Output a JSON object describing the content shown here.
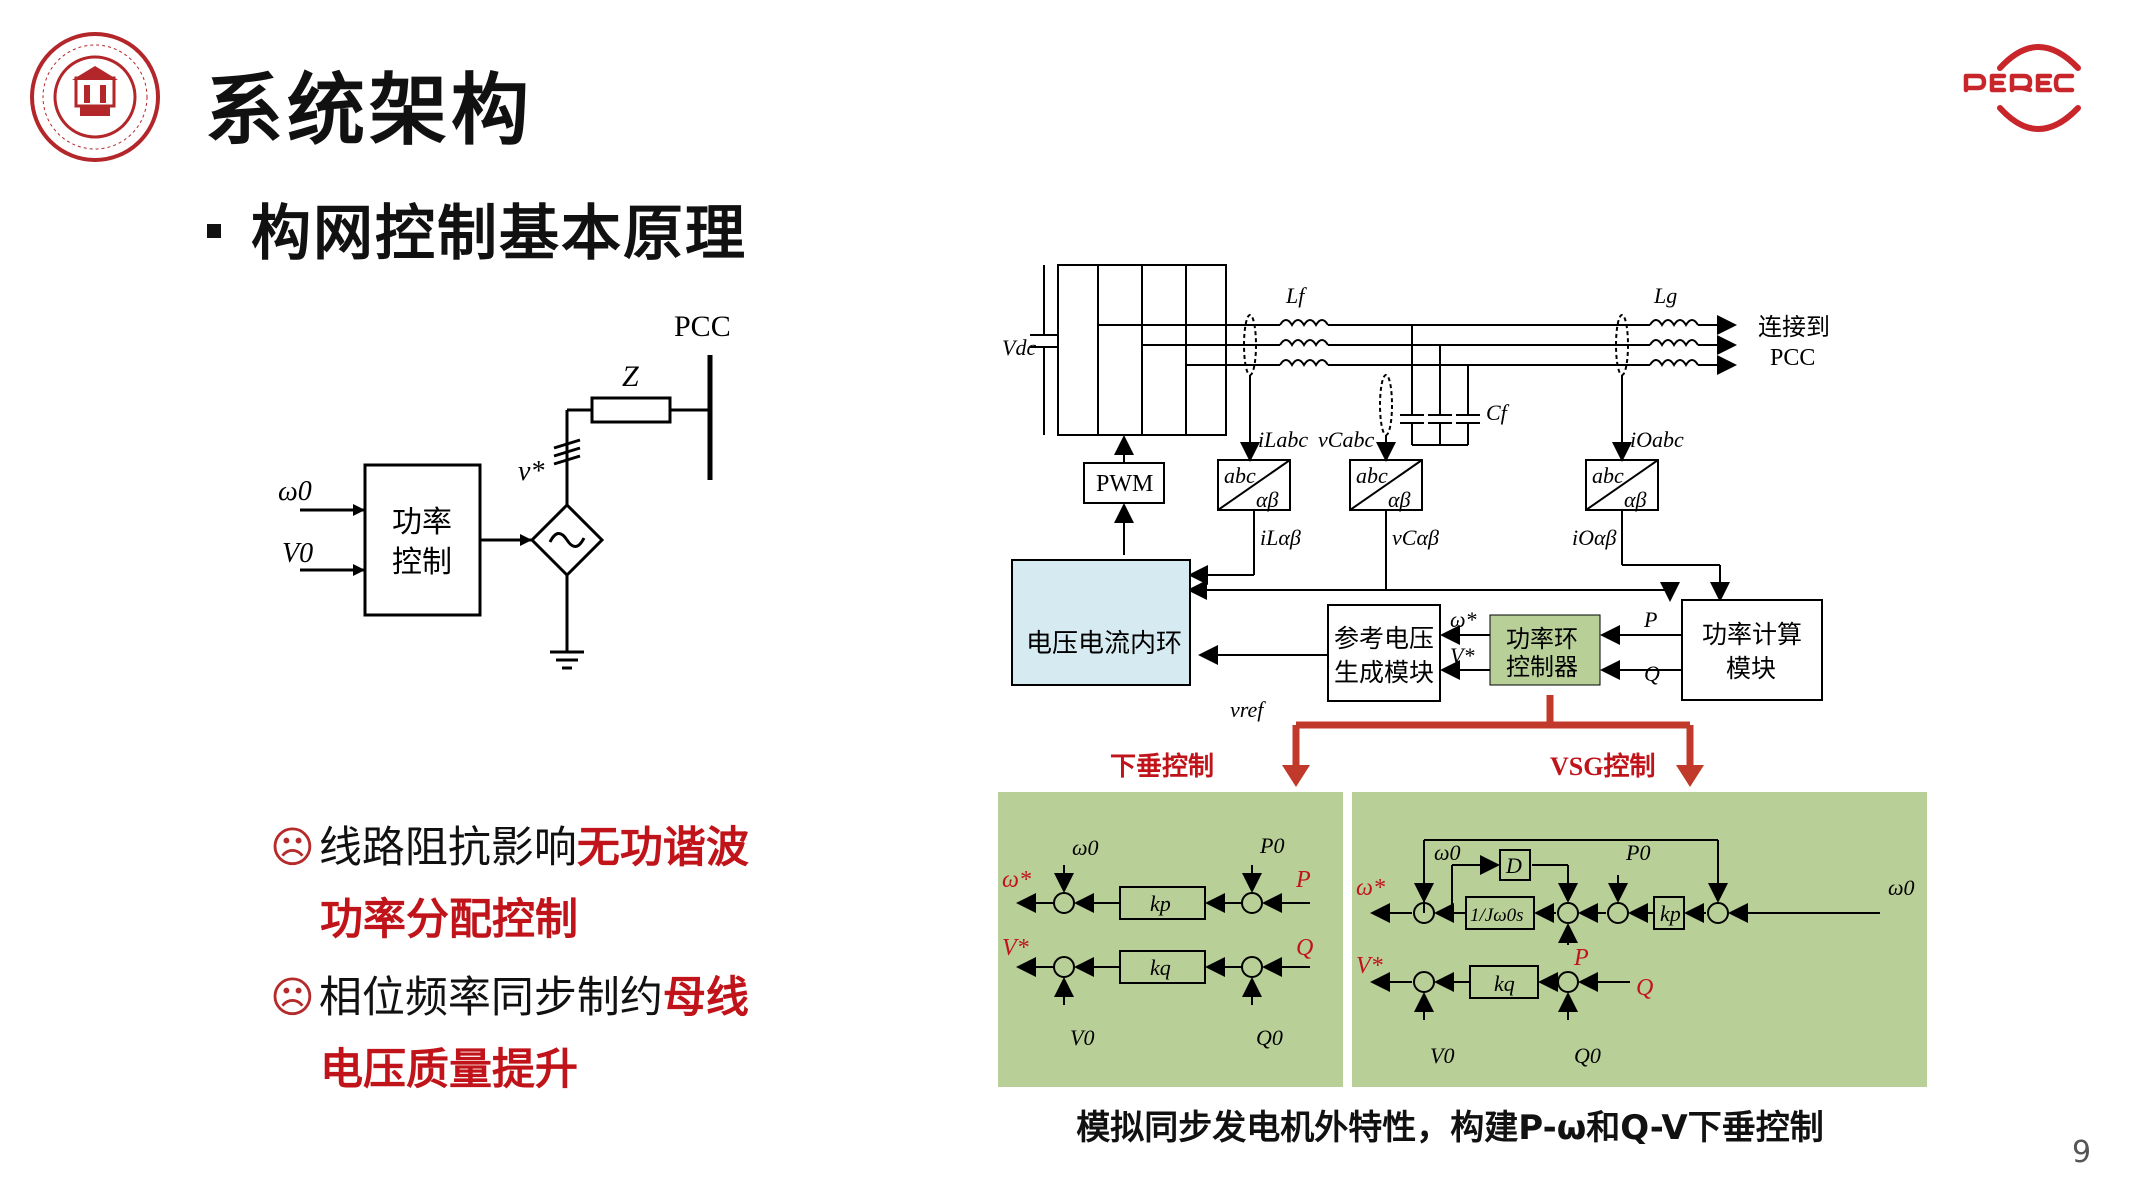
{
  "slide": {
    "title": "系统架构",
    "subtitle": "构网控制基本原理",
    "page_number": "9",
    "caption": "模拟同步发电机外特性，构建P-ω和Q-V下垂控制"
  },
  "notes": [
    {
      "prefix": "☹",
      "normal": "线路阻抗影响",
      "highlight": "无功谐波",
      "line2": "功率分配控制"
    },
    {
      "prefix": "☹",
      "normal": "相位频率同步制约",
      "highlight": "母线",
      "line2": "电压质量提升"
    }
  ],
  "left_diagram": {
    "block_label": "功率\n控制",
    "block_line1": "功率",
    "block_line2": "控制",
    "input1": "ω0",
    "input2": "V0",
    "voltage": "v*",
    "impedance": "Z",
    "bus": "PCC"
  },
  "right_diagram": {
    "vdc": "Vdc",
    "lf": "Lf",
    "lg": "Lg",
    "cf": "Cf",
    "grid_label_1": "连接到",
    "grid_label_2": "PCC",
    "pwm": "PWM",
    "i_labc": "iLabc",
    "v_cabc": "vCabc",
    "i_oabc": "iOabc",
    "i_lab": "iLαβ",
    "v_cab": "vCαβ",
    "i_oab": "iOαβ",
    "transform_top": "abc",
    "transform_bot": "αβ",
    "inner_loop": "电压电流内环",
    "ref_gen_1": "参考电压",
    "ref_gen_2": "生成模块",
    "power_ctrl_1": "功率环",
    "power_ctrl_2": "控制器",
    "power_calc_1": "功率计算",
    "power_calc_2": "模块",
    "omega_star": "ω*",
    "v_star": "V*",
    "v_ref": "vref",
    "p": "P",
    "q": "Q",
    "droop_title": "下垂控制",
    "vsg_title": "VSG控制",
    "kp": "kp",
    "kq": "kq",
    "d": "D",
    "inertia": "1/Jω0s",
    "omega0": "ω0",
    "p0": "P0",
    "q0": "Q0",
    "v0": "V0"
  },
  "colors": {
    "accent_red": "#c0141a",
    "panel_green": "#b9cf98",
    "inner_loop_fill": "#d5ebf1",
    "power_ctrl_fill": "#b9cf98",
    "logo_red": "#c8262a"
  },
  "icons": [
    "university-seal-icon",
    "perec-logo-icon"
  ]
}
